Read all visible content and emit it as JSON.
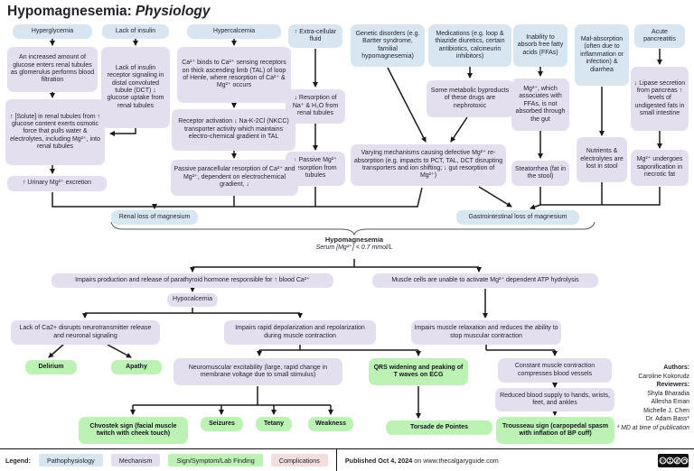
{
  "title": {
    "main": "Hypomagnesemia:",
    "style_word": "Physiology"
  },
  "colors": {
    "pathophysiology": "#d8e6f1",
    "mechanism": "#e3dfee",
    "sign_symptom": "#bdf2b5",
    "complications": "#f3dedd",
    "arrow": "#1a1a1a"
  },
  "nodes": {
    "hyperglycemia": "Hyperglycemia",
    "lack_of_insulin": "Lack of insulin",
    "hypercalcemia": "Hypercalcemia",
    "ecf": "↑ Extra-cellular fluid",
    "genetic": "Genetic disorders (e.g. Bartter syndrome, familial hypomagnesemia)",
    "medications": "Medications (e.g. loop & thiazide diuretics, certain antibiotics, calcineurin inhibitors)",
    "ffa": "Inability to absorb free fatty acids (FFAs)",
    "malabsorption": "Mal-absorption (often due to inflammation or infection) & diarrhea",
    "pancreatitis": "Acute pancreatitis",
    "glucose_enters": "An increased amount of glucose enters renal tubules as glomerulus performs blood filtration",
    "insulin_receptor": "Lack of insulin receptor signaling in distal convoluted tubule (DCT) ↓ glucose uptake from renal tubules",
    "ca_binds": "Ca²⁺ binds to Ca²⁺ sensing receptors on thick ascending limb (TAL) of loop of Henle, where resorption of Ca²⁺ & Mg²⁺ occurs",
    "solute": "↑ [Solute] in renal tubules from ↑ glucose content exerts osmotic force that pulls water & electrolytes, including Mg²⁺, into renal tubules",
    "receptor_activation": "Receptor activation ↓ Na-K-2Cl (NKCC) transporter activity which maintains electro-chemical gradient in TAL",
    "passive_paracellular": "Passive paracellular resorption of Ca²⁺ and Mg²⁺, dependent on electrochemical gradient, ↓",
    "urinary_excretion": "↑ Urinary Mg²⁺ excretion",
    "resorption_na": "↓ Resorption of Na⁺ & H₂O from renal tubules",
    "passive_mg": "↓ Passive Mg²⁺ resorption from tubules",
    "metabolic_byproducts": "Some metabolic byproducts of these drugs are nephrotoxic",
    "varying_mechanisms": "Varying mechanisms causing defective Mg²⁺ re-absorption (e.g. impacts to PCT, TAL, DCT disrupting transporters and ion shifting; ↓ gut resorption of Mg²⁺)",
    "mg_ffa": "Mg²⁺, which associates with FFAs, is not absorbed through the gut",
    "steatorrhea": "Steatorrhea (fat in the stool)",
    "nutrients_lost": "Nutrients & electrolytes are lost in stool",
    "lipase": "↓ Lipase secretion from pancreas ↑ levels of undigested fats in small intestine",
    "saponification": "Mg²⁺ undergoes saponification in necrotic fat",
    "renal_loss": "Renal loss of magnesium",
    "gi_loss": "Gastrointestinal loss of magnesium",
    "pth": "Impairs production and release of parathyroid hormone responsible for ↑ blood Ca²⁺",
    "muscle_atp": "Muscle cells are unable to activate Mg²⁺ dependent ATP hydrolysis",
    "hypocalcemia": "Hypocalcemia",
    "lack_ca": "Lack of Ca2+ disrupts neurotransmitter release and neuronal signaling",
    "depolarization": "Impairs rapid depolarization and repolarization during muscle contraction",
    "relaxation": "Impairs muscle relaxation and reduces the ability to stop muscular contraction",
    "neuromuscular": "Neuromuscular excitability (large, rapid change in membrane voltage due to small stimulus)",
    "qrs": "QRS widening and peaking of T waves on ECG",
    "constant_contraction": "Constant muscle contraction compresses blood vessels",
    "reduced_blood": "Reduced blood supply to hands, wrists, feet, and ankles",
    "delirium": "Delirium",
    "apathy": "Apathy",
    "chvostek": "Chvostek sign (facial muscle twitch with cheek touch)",
    "seizures": "Seizures",
    "tetany": "Tetany",
    "weakness": "Weakness",
    "torsade": "Torsade de Pointes",
    "trousseau": "Trousseau sign (carpopedal spasm with inflation of BP cuff)"
  },
  "center": {
    "title": "Hypomagnesemia",
    "subtitle": "Serum [Mg²⁺] < 0.7 mmol/L"
  },
  "credits": {
    "authors_label": "Authors:",
    "authors": [
      "Caroline Kokorudz"
    ],
    "reviewers_label": "Reviewers:",
    "reviewers": [
      "Shyla Bharadia",
      "Allesha Eman",
      "Michelle J. Chen",
      "Dr. Adam Bass*"
    ],
    "note": "* MD at time of publication"
  },
  "legend": {
    "label": "Legend:",
    "items": [
      {
        "label": "Pathophysiology",
        "color": "#d8e6f1"
      },
      {
        "label": "Mechanism",
        "color": "#e3dfee"
      },
      {
        "label": "Sign/Symptom/Lab Finding",
        "color": "#bdf2b5"
      },
      {
        "label": "Complications",
        "color": "#f3dedd"
      }
    ],
    "published_bold": "Published Oct 4, 2024",
    "published_rest": " on www.thecalgaryguide.com",
    "license": "CC BY-NC-SA"
  }
}
